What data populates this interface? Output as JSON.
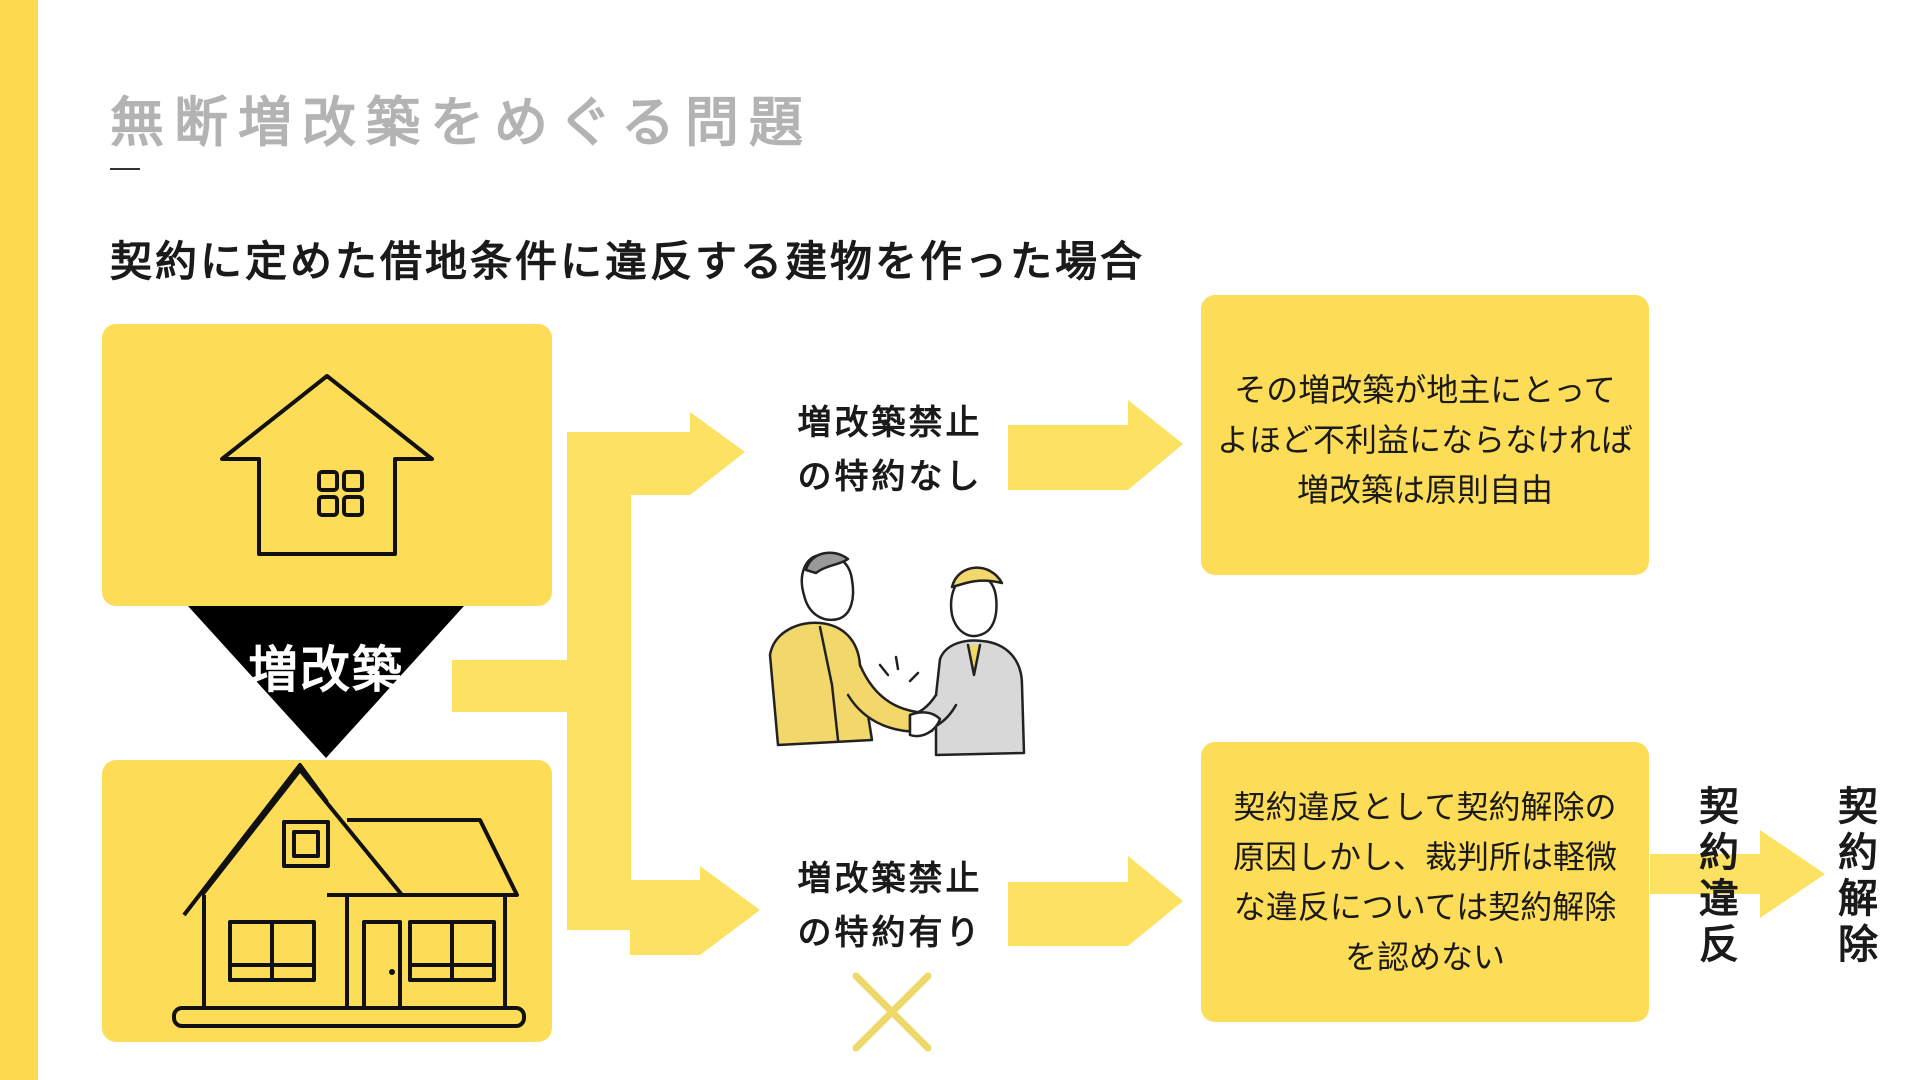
{
  "title": "無断増改築をめぐる問題",
  "subtitle": "契約に定めた借地条件に違反する建物を作った場合",
  "left": {
    "action_label": "増改築"
  },
  "branches": {
    "top": {
      "condition": [
        "増改築禁止",
        "の特約なし"
      ],
      "result": [
        "その増改築が地主にとって",
        "よほど不利益にならなければ",
        "増改築は原則自由"
      ]
    },
    "bottom": {
      "condition": [
        "増改築禁止",
        "の特約有り"
      ],
      "result": [
        "契約違反として契約解除の",
        "原因しかし、裁判所は軽微",
        "な違反については契約解除",
        "を認めない"
      ]
    }
  },
  "final": {
    "from": [
      "契",
      "約",
      "違",
      "反"
    ],
    "to": [
      "契",
      "約",
      "解",
      "除"
    ]
  },
  "colors": {
    "accent": "#fcd94f",
    "box": "#fddc57",
    "arrow": "#fde162",
    "title": "#b3b3b3",
    "cross": "#efd86a"
  },
  "icons": [
    "house-icon",
    "two-story-house-icon",
    "handshake-illustration",
    "cross-mark-icon"
  ]
}
